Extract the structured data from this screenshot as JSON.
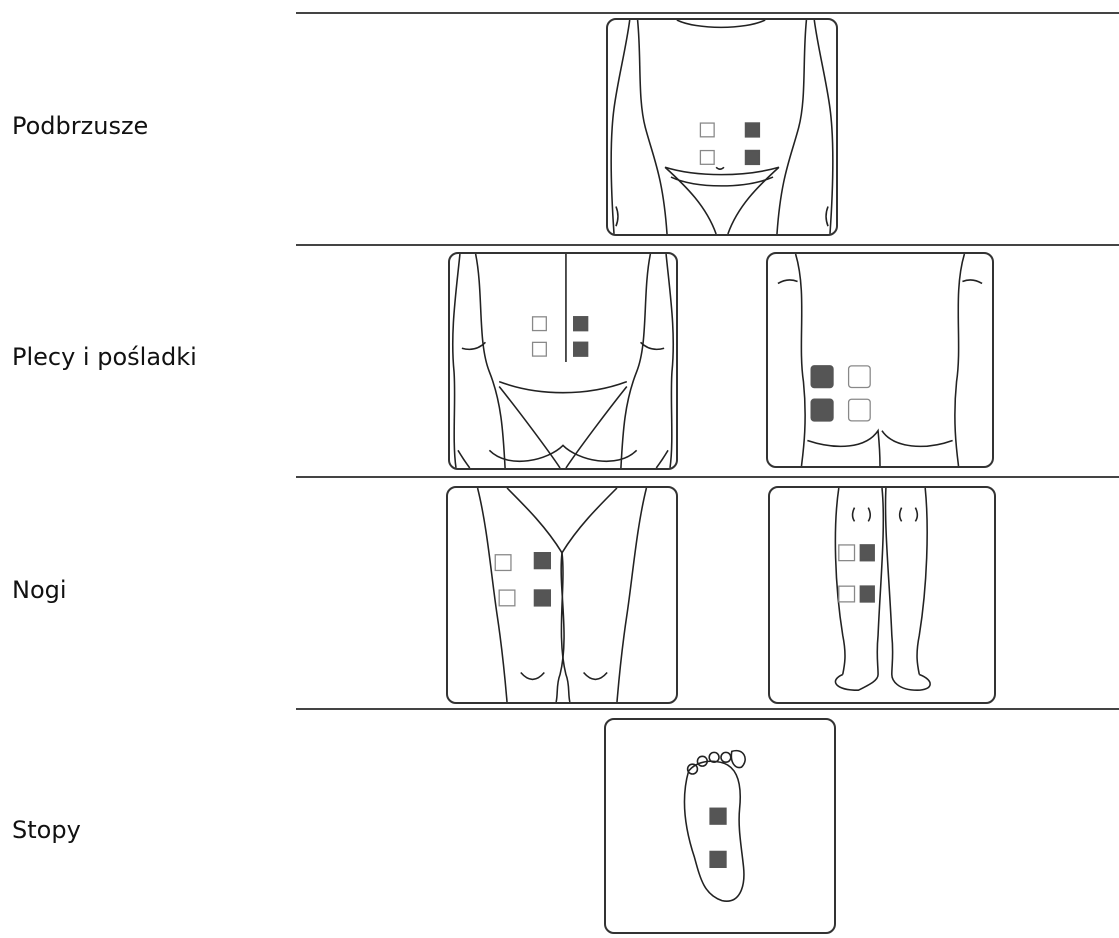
{
  "rows": [
    {
      "label": "Podbrzusze",
      "panels": [
        "abdomen-front"
      ]
    },
    {
      "label": "Plecy i pośladki",
      "panels": [
        "lower-back",
        "buttocks"
      ]
    },
    {
      "label": "Nogi",
      "panels": [
        "thighs-front",
        "calves-back"
      ]
    },
    {
      "label": "Stopy",
      "panels": [
        "foot-sole"
      ]
    }
  ],
  "colors": {
    "pad_dark": "#555555",
    "pad_light_border": "#888888",
    "line": "#222222"
  }
}
